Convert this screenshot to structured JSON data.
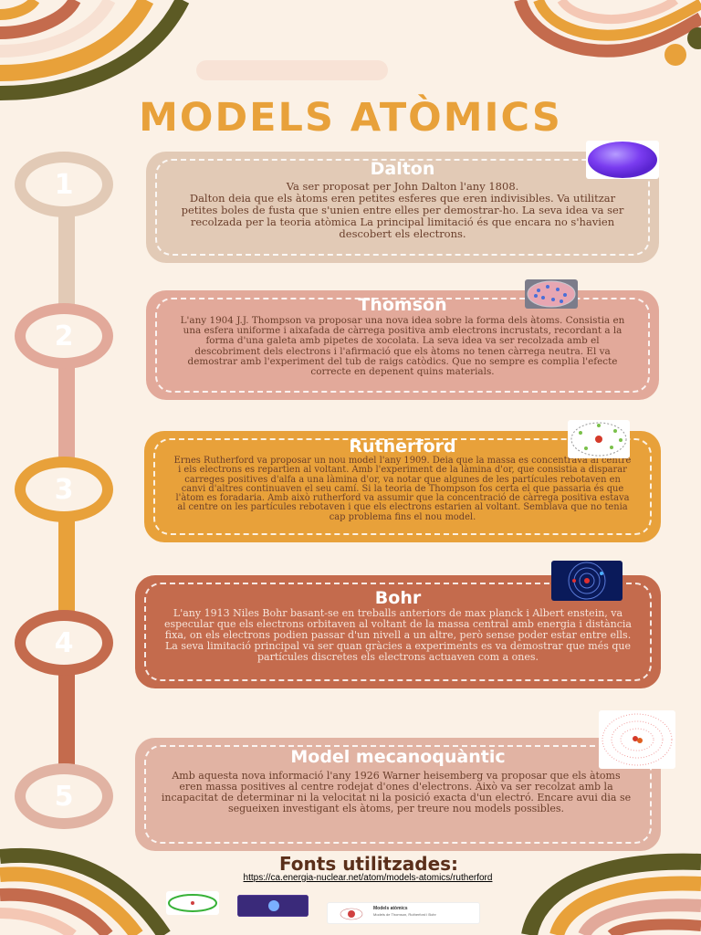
{
  "title": "MODELS ATÒMICS",
  "colors": {
    "background": "#fbf1e6",
    "title": "#e8a13a",
    "step1": "#e2cab6",
    "step2": "#e2a99a",
    "step3": "#e8a13a",
    "step4": "#c46b4d",
    "step5": "#e1b3a3"
  },
  "steps": [
    {
      "number": "1",
      "heading": "Dalton",
      "text": "Va ser proposat per John Dalton l'any 1808.\nDalton deia que els àtoms eren petites esferes que eren indivisibles. Va utilitzar petites boles de fusta que s'unien entre elles per demostrar-ho. La seva idea va ser recolzada per la teoria atòmica La principal limitació és que encara no s'havien descobert els electrons.",
      "image": "purple-sphere"
    },
    {
      "number": "2",
      "heading": "Thomson",
      "text": "L'any 1904 J.J. Thompson va proposar una nova idea sobre la forma dels àtoms. Consistia en una esfera uniforme i aixafada de càrrega positiva amb electrons incrustats, recordant a la forma d'una galeta amb pipetes de xocolata. La seva idea va ser recolzada amb el descobriment dels electrons i l'afirmació que els àtoms no tenen càrrega neutra. El va demostrar amb l'experiment del tub de raigs catòdics. Que  no sempre es complia l'efecte correcte en depenent quins materials.",
      "image": "plum-pudding-model"
    },
    {
      "number": "3",
      "heading": "Rutherford",
      "text": "Ernes Rutherford va proposar un nou model l'any 1909. Deia que la massa es concentrava al centre i els electrons es repartien al voltant. Amb l'experiment de la làmina d'or, que consistia a disparar carreges positives d'alfa a una làmina d'or, va notar que algunes de les partícules rebotaven en canvi d'altres continuaven el seu camí. Si la teoria de Thompson fos certa el que passaria és que l'àtom es foradaria. Amb això rutherford va assumir que la concentració de càrrega positiva estava al centre on les partícules rebotaven i que els electrons estarien al voltant. Semblava que no tenia cap problema fins el nou model.",
      "image": "nuclear-model"
    },
    {
      "number": "4",
      "heading": "Bohr",
      "text": "L'any 1913 Niles Bohr basant-se en treballs anteriors de max planck i Albert enstein, va especular que els electrons orbitaven al voltant de la massa central amb energia i distància fixa, on els electrons podien passar d'un nivell a un altre, però sense poder estar entre ells. La seva limitació principal va ser quan gràcies a experiments es va demostrar que més que partícules discretes els electrons actuaven com a ones.",
      "image": "bohr-orbits"
    },
    {
      "number": "5",
      "heading": "Model mecanoquàntic",
      "text": "Amb aquesta nova informació l'any 1926 Warner heisemberg va proposar que els àtoms eren massa positives al centre rodejat d'ones d'electrons. Això va ser recolzat amb la incapacitat de determinar ni la velocitat ni la posició exacta d'un electró. Encare avui dia se segueixen investigant els àtoms, per treure nou models possibles.",
      "image": "electron-cloud"
    }
  ],
  "sources": {
    "title": "Fonts utilitzades:",
    "link": "https://ca.energia-nuclear.net/atom/models-atomics/rutherford",
    "thumb3_title": "Models atòmics",
    "thumb3_sub": "Models de Thomson, Rutherford i Bohr"
  }
}
